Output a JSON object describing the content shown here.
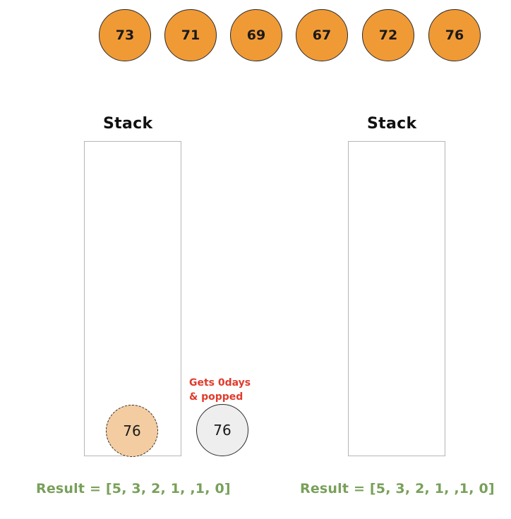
{
  "input": {
    "values": [
      "73",
      "71",
      "69",
      "67",
      "72",
      "76"
    ],
    "color": "#f09a36"
  },
  "left_panel": {
    "stack_label": "Stack",
    "stack_items": [
      "76"
    ],
    "popped_item": "76",
    "note_line1": "Gets 0days",
    "note_line2": "& popped",
    "result": "Result = [5, 3, 2, 1, ,1, 0]"
  },
  "right_panel": {
    "stack_label": "Stack",
    "result": "Result = [5, 3, 2, 1, ,1, 0]"
  },
  "colors": {
    "note": "#e03b2c",
    "result": "#78a05a",
    "ghost_fill": "#f3cda1",
    "popped_fill": "#eeeeee"
  }
}
